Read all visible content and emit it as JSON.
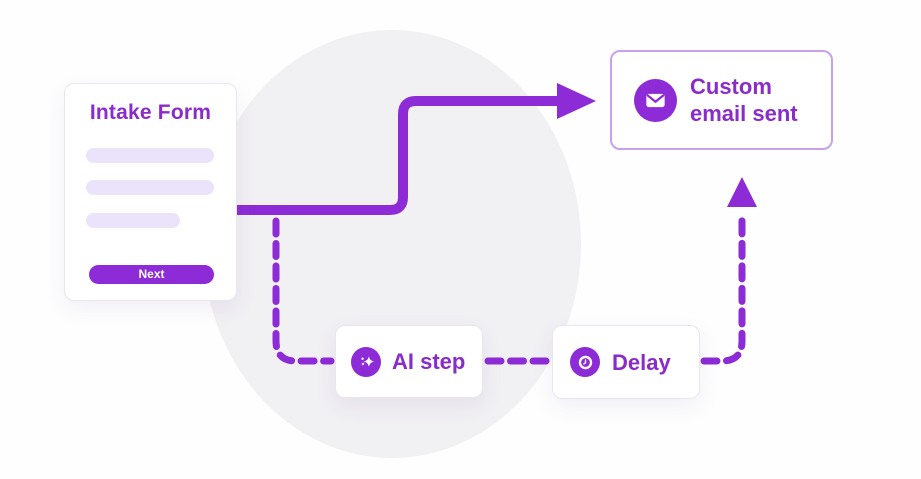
{
  "colors": {
    "accent": "#8d2bd6",
    "label": "#8a2bcb",
    "field": "#ebe3f9",
    "blob": "#f1f0f3",
    "email_border": "#c9a1eb",
    "card_border": "#e9e6ef",
    "bg": "#fefefe",
    "button_text": "#ffffff"
  },
  "intake_form": {
    "title": "Intake Form",
    "button_label": "Next",
    "field_placeholder_count": 3
  },
  "email_card": {
    "label": "Custom email sent",
    "icon": "envelope-icon"
  },
  "ai_card": {
    "label": "AI step",
    "icon": "sparkle-icon"
  },
  "delay_card": {
    "label": "Delay",
    "icon": "clock-icon"
  }
}
